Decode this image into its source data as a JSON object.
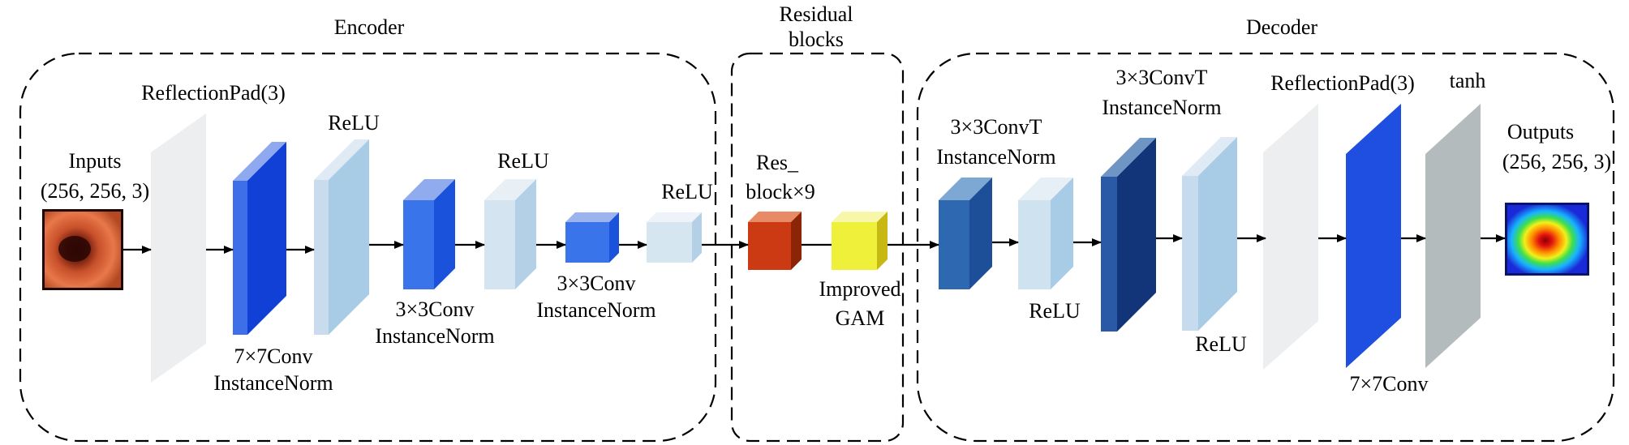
{
  "sections": {
    "encoder": "Encoder",
    "residual": [
      "Residual",
      "blocks"
    ],
    "decoder": "Decoder"
  },
  "input": {
    "label": "Inputs",
    "shape": "(256, 256, 3)",
    "image": "endoscopy-frame-thumbnail"
  },
  "output": {
    "label": "Outputs",
    "shape": "(256, 256, 3)",
    "image": "colored-heatmap-thumbnail"
  },
  "layers": {
    "enc_pad": "ReflectionPad(3)",
    "enc_conv7": [
      "7×7Conv",
      "InstanceNorm"
    ],
    "enc_relu1": "ReLU",
    "enc_conv3a": [
      "3×3Conv",
      "InstanceNorm"
    ],
    "enc_relu2": "ReLU",
    "enc_conv3b": [
      "3×3Conv",
      "InstanceNorm"
    ],
    "enc_relu3": "ReLU",
    "res_block": [
      "Res_",
      "block×9"
    ],
    "gam": [
      "Improved",
      "GAM"
    ],
    "dec_convT1": [
      "3×3ConvT",
      "InstanceNorm"
    ],
    "dec_relu1": "ReLU",
    "dec_convT2": [
      "3×3ConvT",
      "InstanceNorm"
    ],
    "dec_relu2": "ReLU",
    "dec_pad": "ReflectionPad(3)",
    "dec_conv7": "7×7Conv",
    "dec_tanh": "tanh"
  },
  "colors": {
    "blue_strong": "#1f4fe0",
    "blue_mid": "#3a74ea",
    "blue_light": "#a8cbe6",
    "blue_lighter": "#c6dfef",
    "steel": "#2d68b0",
    "navy": "#163f8c",
    "pad_gray": "#eceeef",
    "tanh_gray": "#b3bbbc",
    "res_red": "#cc3a13",
    "gam_yellow": "#eef03a"
  }
}
